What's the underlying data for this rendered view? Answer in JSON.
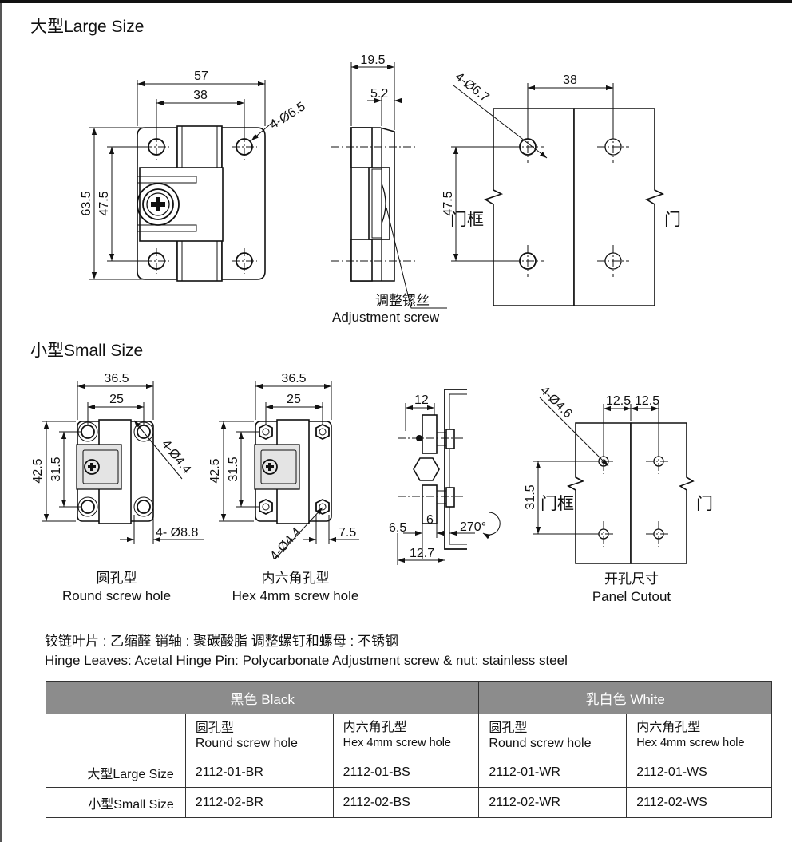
{
  "sections": {
    "large_title": "大型Large Size",
    "small_title": "小型Small Size"
  },
  "large_front": {
    "dim_width_outer": "57",
    "dim_width_inner": "38",
    "dim_height_outer": "63.5",
    "dim_height_inner": "47.5",
    "dim_holes": "4-Ø6.5"
  },
  "large_side": {
    "dim_depth": "19.5",
    "dim_offset": "5.2",
    "label_cn": "调整镙丝",
    "label_en": "Adjustment screw"
  },
  "large_cutout": {
    "dim_holes": "4-Ø6.7",
    "dim_width": "38",
    "dim_height": "47.5",
    "frame_label": "门框",
    "door_label": "门"
  },
  "small_round": {
    "dim_width_outer": "36.5",
    "dim_width_inner": "25",
    "dim_height_outer": "42.5",
    "dim_height_inner": "31.5",
    "dim_holes": "4-Ø4.4",
    "dim_counterbore": "4- Ø8.8",
    "caption_cn": "圆孔型",
    "caption_en": "Round screw hole"
  },
  "small_hex": {
    "dim_width_outer": "36.5",
    "dim_width_inner": "25",
    "dim_height_outer": "42.5",
    "dim_height_inner": "31.5",
    "dim_holes": "4-Ø4.4",
    "dim_hex": "7.5",
    "caption_cn": "内六角孔型",
    "caption_en": "Hex 4mm screw hole"
  },
  "small_side": {
    "dim_top": "12",
    "dim_a": "6.5",
    "dim_b": "6",
    "dim_bottom": "12.7",
    "dim_angle": "270°"
  },
  "small_cutout": {
    "dim_holes": "4-Ø4.6",
    "dim_left": "12.5",
    "dim_right": "12.5",
    "dim_height": "31.5",
    "frame_label": "门框",
    "door_label": "门",
    "caption_cn": "开孔尺寸",
    "caption_en": "Panel Cutout"
  },
  "materials": {
    "line_cn": "铰链叶片 : 乙缩醛     销轴 : 聚碳酸脂     调整螺钉和螺母 : 不锈钢",
    "line_en": "Hinge Leaves: Acetal   Hinge Pin: Polycarbonate   Adjustment screw & nut: stainless steel"
  },
  "table": {
    "black_header": "黑色  Black",
    "white_header": "乳白色 White",
    "sub_round_cn": "圆孔型",
    "sub_round_en": "Round screw hole",
    "sub_hex_cn": "内六角孔型",
    "sub_hex_en": "Hex 4mm screw hole",
    "rows": [
      {
        "label": "大型Large Size",
        "cells": [
          "2112-01-BR",
          "2112-01-BS",
          "2112-01-WR",
          "2112-01-WS"
        ]
      },
      {
        "label": "小型Small Size",
        "cells": [
          "2112-02-BR",
          "2112-02-BS",
          "2112-02-WR",
          "2112-02-WS"
        ]
      }
    ]
  },
  "colors": {
    "header_bg": "#8c8c8c",
    "line": "#111111"
  }
}
